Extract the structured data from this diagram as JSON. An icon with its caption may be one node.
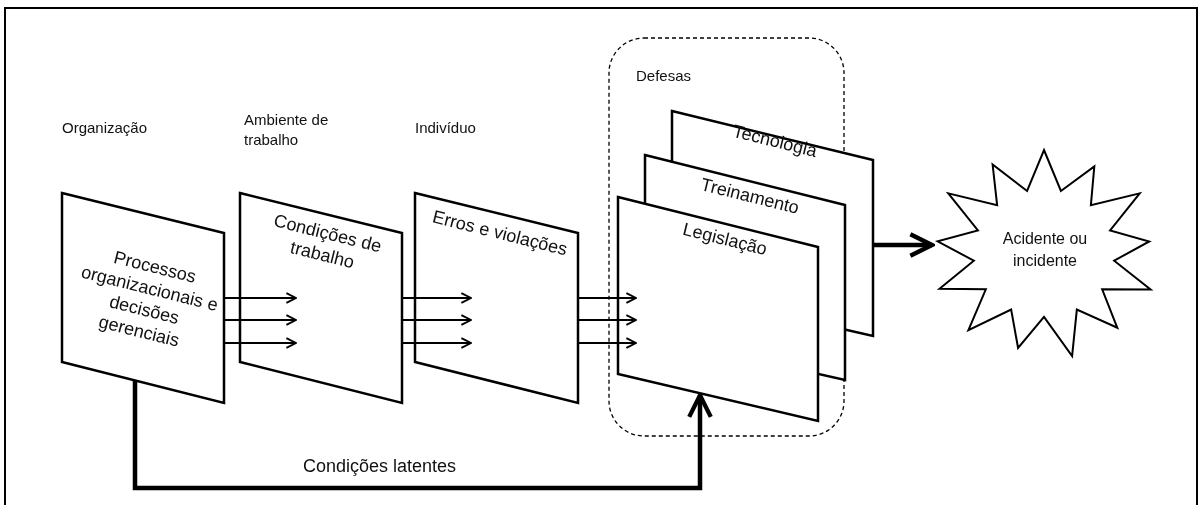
{
  "diagram": {
    "nodes": [
      {
        "text": [
          "Organização",
          "Processos organizacionais e decisões gerenciais"
        ]
      },
      {
        "text": [
          "Ambiente de trabalho",
          "Condições de trabalho"
        ]
      },
      {
        "text": [
          "Indivíduo",
          "Erros e violações"
        ]
      },
      {
        "text": [
          "Defesas"
        ]
      },
      {
        "text": [
          "Tecnologia"
        ],
        "in": 3
      },
      {
        "text": [
          "Treinamento"
        ],
        "in": 3
      },
      {
        "text": [
          "Legislação"
        ],
        "in": 3
      },
      {
        "text": [
          "Acidente ou incidente"
        ]
      }
    ],
    "edges": [
      {
        "from": 0,
        "to": 1,
        "arrow": "to"
      },
      {
        "from": 0,
        "to": 1,
        "arrow": "to"
      },
      {
        "from": 0,
        "to": 1,
        "arrow": "to"
      },
      {
        "from": 1,
        "to": 2,
        "arrow": "to"
      },
      {
        "from": 1,
        "to": 2,
        "arrow": "to"
      },
      {
        "from": 1,
        "to": 2,
        "arrow": "to"
      },
      {
        "from": 2,
        "to": 6,
        "arrow": "to"
      },
      {
        "from": 2,
        "to": 6,
        "arrow": "to"
      },
      {
        "from": 2,
        "to": 6,
        "arrow": "to"
      },
      {
        "from": 4,
        "to": 7,
        "arrow": "to",
        "style": "thick"
      },
      {
        "from": 0,
        "to": 6,
        "arrow": "to",
        "style": "thick",
        "label": "Condições latentes"
      }
    ]
  }
}
